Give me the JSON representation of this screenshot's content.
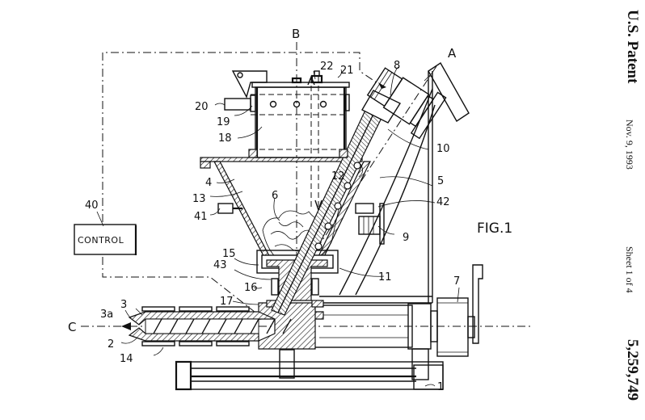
{
  "header": {
    "title": "U.S. Patent",
    "date": "Nov. 9, 1993",
    "sheet": "Sheet 1 of 4",
    "patent_number": "5,259,749"
  },
  "figure": {
    "title": "FIG.1",
    "control_box_label": "CONTROL",
    "axis_labels": {
      "a": "A",
      "b": "B",
      "c": "C"
    },
    "reference_numerals": {
      "n1": "1",
      "n2": "2",
      "n3": "3",
      "n3a": "3a",
      "n4": "4",
      "n5": "5",
      "n6": "6",
      "n7": "7",
      "n8": "8",
      "n9": "9",
      "n10": "10",
      "n11": "11",
      "n12": "12",
      "n13": "13",
      "n14": "14",
      "n15": "15",
      "n16": "16",
      "n17": "17",
      "n18": "18",
      "n19": "19",
      "n20": "20",
      "n21": "21",
      "n22": "22",
      "n40": "40",
      "n41": "41",
      "n42": "42",
      "n43": "43"
    }
  }
}
